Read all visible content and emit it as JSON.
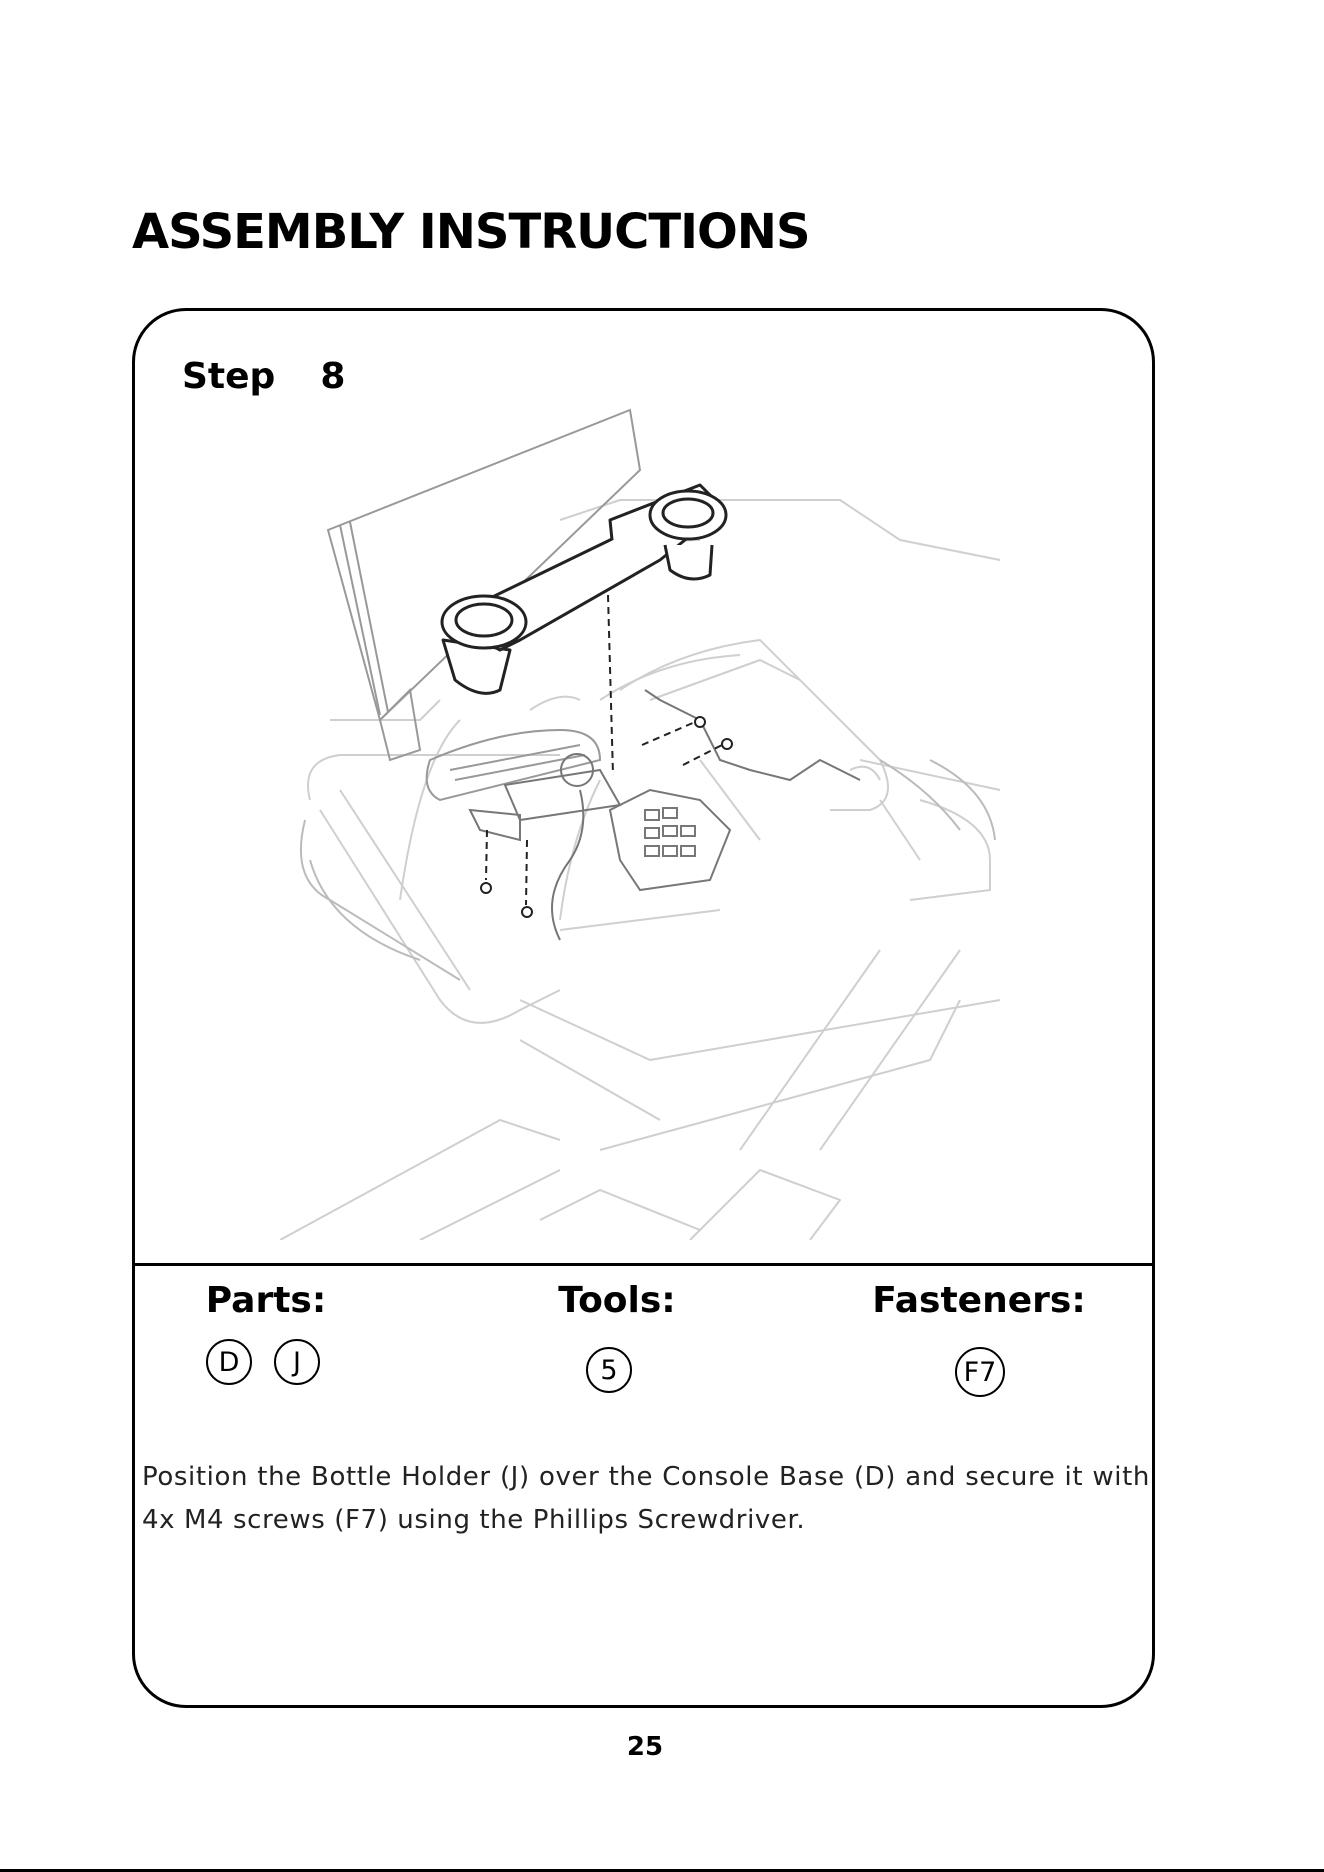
{
  "header": {
    "title": "ASSEMBLY INSTRUCTIONS"
  },
  "step": {
    "title": "Step  8"
  },
  "parts": {
    "title": "Parts:",
    "items": [
      "D",
      "J"
    ]
  },
  "tools": {
    "title": "Tools:",
    "items": [
      "5"
    ]
  },
  "fasteners": {
    "title": "Fasteners:",
    "items": [
      "F7"
    ]
  },
  "instructions": {
    "text": "Position the Bottle Holder (J) over the Console Base (D) and secure it with 4x M4 screws (F7) using the Phillips Screwdriver."
  },
  "footer": {
    "page_number": "25"
  }
}
